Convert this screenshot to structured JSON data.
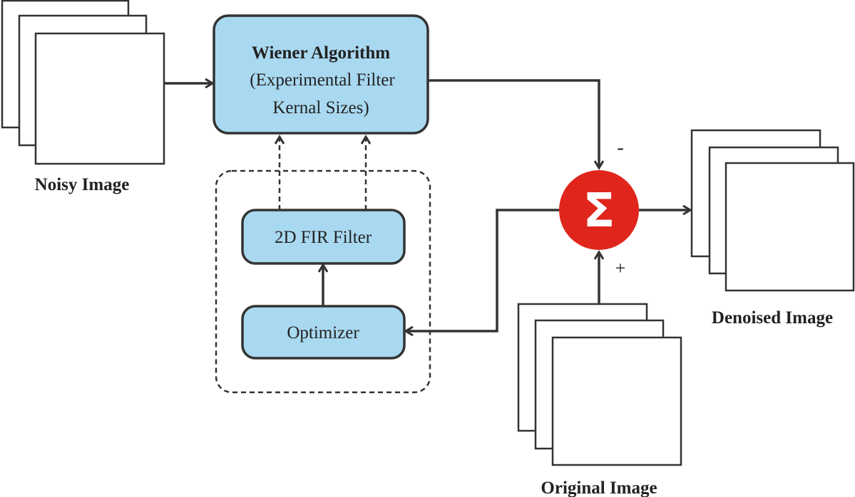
{
  "inputs": {
    "noisy_label": "Noisy Image",
    "original_label": "Original Image"
  },
  "output": {
    "denoised_label": "Denoised Image"
  },
  "wiener": {
    "title": "Wiener Algorithm",
    "line1": "(Experimental Filter",
    "line2": "Kernal Sizes)"
  },
  "fir": {
    "label": "2D FIR Filter"
  },
  "optimizer": {
    "label": "Optimizer"
  },
  "sum": {
    "symbol": "Σ",
    "minus": "-",
    "plus": "+"
  },
  "colors": {
    "box_fill": "#a9d9f0",
    "sum_fill": "#e0261c"
  }
}
